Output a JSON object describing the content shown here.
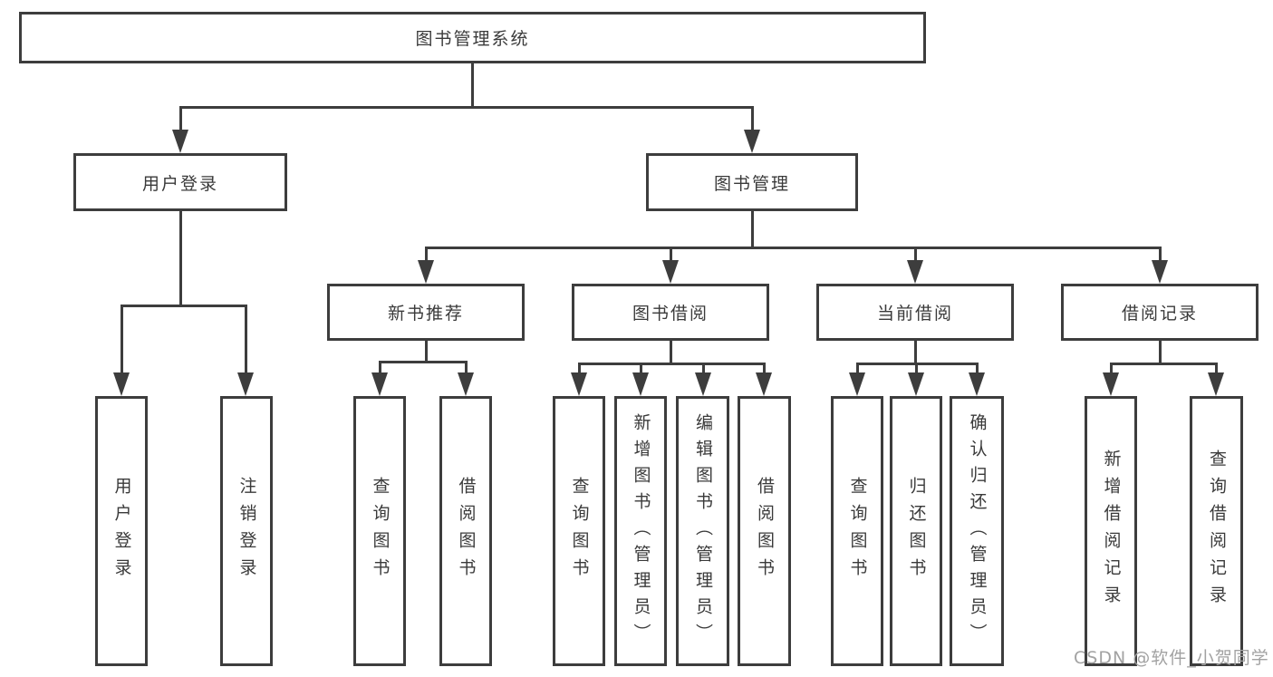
{
  "diagram": {
    "type": "tree-structure-chart",
    "root": {
      "label": "图书管理系统"
    },
    "level2": [
      {
        "label": "用户登录"
      },
      {
        "label": "图书管理"
      }
    ],
    "level3": [
      {
        "label": "新书推荐",
        "parent": "图书管理"
      },
      {
        "label": "图书借阅",
        "parent": "图书管理"
      },
      {
        "label": "当前借阅",
        "parent": "图书管理"
      },
      {
        "label": "借阅记录",
        "parent": "图书管理"
      }
    ],
    "leaves": [
      {
        "label": "用户登录",
        "parent": "用户登录"
      },
      {
        "label": "注销登录",
        "parent": "用户登录"
      },
      {
        "label": "查询图书",
        "parent": "新书推荐"
      },
      {
        "label": "借阅图书",
        "parent": "新书推荐"
      },
      {
        "label": "查询图书",
        "parent": "图书借阅"
      },
      {
        "label": "新增图书（管理员）",
        "parent": "图书借阅"
      },
      {
        "label": "编辑图书（管理员）",
        "parent": "图书借阅"
      },
      {
        "label": "借阅图书",
        "parent": "图书借阅"
      },
      {
        "label": "查询图书",
        "parent": "当前借阅"
      },
      {
        "label": "归还图书",
        "parent": "当前借阅"
      },
      {
        "label": "确认归还（管理员）",
        "parent": "当前借阅"
      },
      {
        "label": "新增借阅记录",
        "parent": "借阅记录"
      },
      {
        "label": "查询借阅记录",
        "parent": "借阅记录"
      }
    ],
    "colors": {
      "line": "#3d3d3d",
      "text": "#3a3a3a",
      "box_background": "#ffffff",
      "watermark": "#a2a2a2"
    }
  },
  "watermark": {
    "text": "CSDN @软件_小贺同学"
  }
}
